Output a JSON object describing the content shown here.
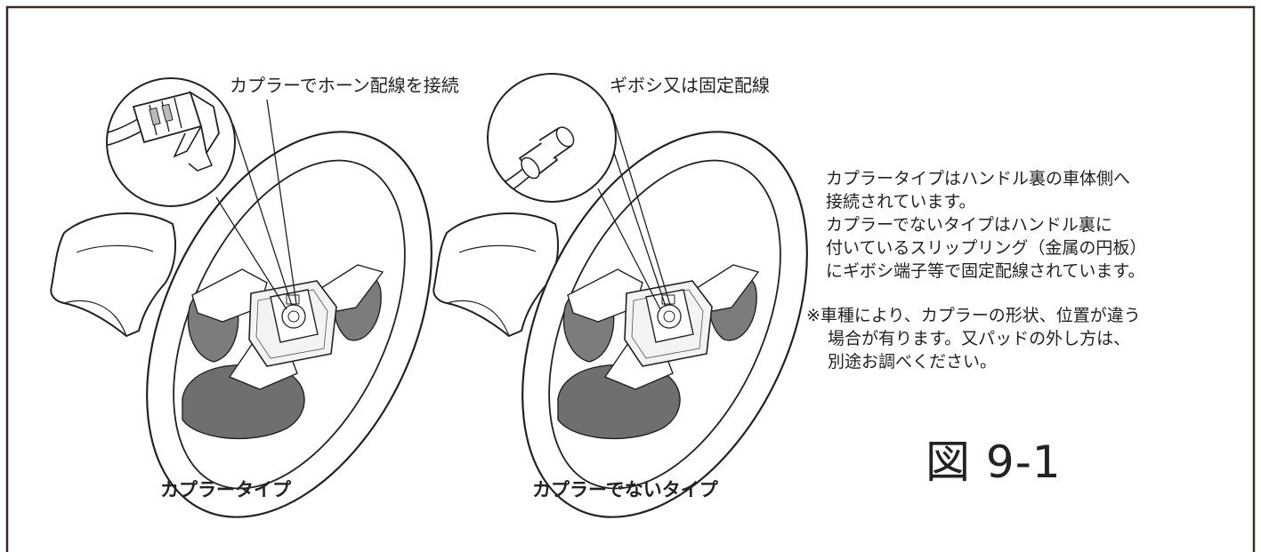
{
  "labels": {
    "coupler_connection": "カプラーでホーン配線を接続",
    "gibosi_fixed": "ギボシ又は固定配線",
    "coupler_type": "カプラータイプ",
    "non_coupler_type": "カプラーでないタイプ"
  },
  "description_lines": [
    "カプラータイプはハンドル裏の車体側へ",
    "接続されています。",
    "カプラーでないタイプはハンドル裏に",
    "付いているスリップリング（金属の円板）",
    "にギボシ端子等で固定配線されています。"
  ],
  "note_lines": [
    "※車種により、カプラーの形状、位置が違う",
    "場合が有ります。又パッドの外し方は、",
    "別途お調べください。"
  ],
  "figure_number": "図 9-1",
  "colors": {
    "ink": "#222222",
    "frame": "#3b2b26",
    "shade": "#767676"
  }
}
